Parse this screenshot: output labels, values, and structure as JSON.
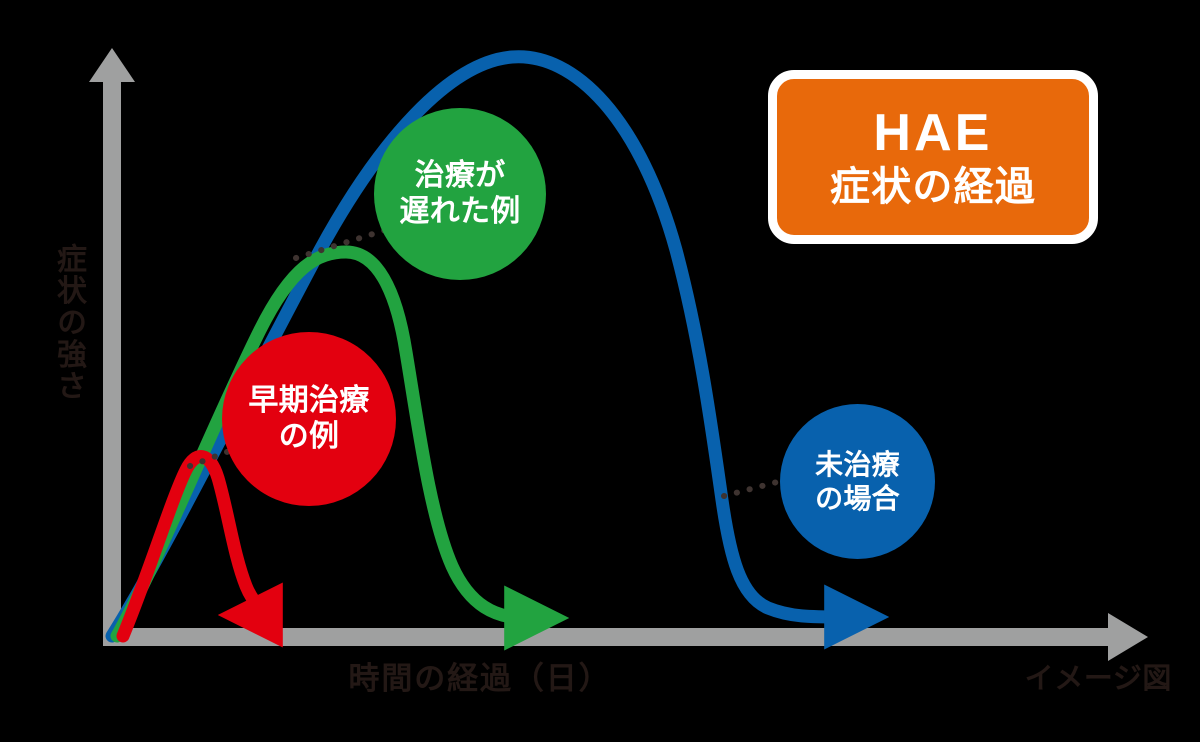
{
  "title_badge": {
    "main": "HAE",
    "sub": "症状の経過",
    "bg_color": "#E8690B",
    "border_color": "#FFFFFF",
    "text_color": "#FFFFFF"
  },
  "axes": {
    "y_label": "症状の強さ",
    "x_label": "時間の経過（日）",
    "axis_color": "#9FA0A0",
    "label_color": "#231815"
  },
  "note": "イメージ図",
  "callouts": [
    {
      "name": "delayed",
      "line1": "治療が",
      "line2": "遅れた例",
      "color": "#22A340"
    },
    {
      "name": "early",
      "line1": "早期治療",
      "line2": "の例",
      "color": "#E3000F"
    },
    {
      "name": "untreated",
      "line1": "未治療",
      "line2": "の場合",
      "color": "#0861AD"
    }
  ],
  "chart_data": {
    "type": "line",
    "title": "HAE 症状の経過",
    "xlabel": "時間の経過（日）",
    "ylabel": "症状の強さ",
    "annotation": "イメージ図",
    "grid": false,
    "legend": "inline-bubbles",
    "xlim": [
      0,
      100
    ],
    "ylim": [
      0,
      100
    ],
    "axis_ticks": "none",
    "series": [
      {
        "name": "未治療の場合",
        "label_line1": "未治療",
        "label_line2": "の場合",
        "color": "#0861AD",
        "description": "Untreated: symptoms rise steeply, plateau at maximum severity, then fall sharply and resolve late.",
        "x": [
          0,
          5,
          12,
          20,
          30,
          38,
          46,
          52,
          58,
          62,
          64,
          66,
          68,
          70,
          74,
          80,
          88,
          96
        ],
        "y": [
          0,
          14,
          38,
          62,
          84,
          95,
          100,
          100,
          96,
          88,
          80,
          62,
          34,
          14,
          5,
          3,
          3,
          3
        ]
      },
      {
        "name": "治療が遅れた例",
        "label_line1": "治療が",
        "label_line2": "遅れた例",
        "color": "#22A340",
        "description": "Delayed treatment: symptoms rise, peak at moderate-high severity, then decline to baseline mid-course.",
        "x": [
          0,
          5,
          12,
          18,
          24,
          28,
          32,
          36,
          40,
          44,
          48,
          52,
          56
        ],
        "y": [
          0,
          14,
          38,
          56,
          68,
          72,
          71,
          64,
          48,
          28,
          12,
          5,
          3
        ]
      },
      {
        "name": "早期治療の例",
        "label_line1": "早期治療",
        "label_line2": "の例",
        "color": "#E3000F",
        "description": "Early treatment: symptoms rise briefly, peak low, then quickly return to baseline.",
        "x": [
          0,
          4,
          7,
          9,
          11,
          13,
          15,
          17,
          19,
          21
        ],
        "y": [
          0,
          14,
          28,
          32,
          31,
          26,
          16,
          8,
          4,
          3
        ]
      }
    ],
    "leader_lines": [
      {
        "from_series": "未治療の場合",
        "to_callout": "untreated"
      },
      {
        "from_series": "治療が遅れた例",
        "to_callout": "delayed"
      },
      {
        "from_series": "早期治療の例",
        "to_callout": "early"
      }
    ]
  }
}
